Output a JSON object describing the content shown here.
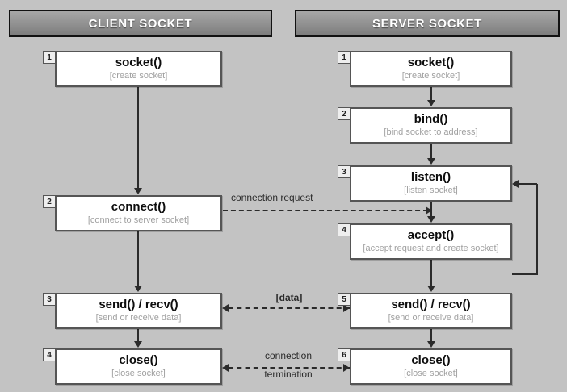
{
  "columns": {
    "client": {
      "title": "CLIENT SOCKET"
    },
    "server": {
      "title": "SERVER SOCKET"
    }
  },
  "client_steps": [
    {
      "num": "1",
      "fn": "socket()",
      "desc": "[create socket]"
    },
    {
      "num": "2",
      "fn": "connect()",
      "desc": "[connect to server socket]"
    },
    {
      "num": "3",
      "fn": "send() / recv()",
      "desc": "[send or receive data]"
    },
    {
      "num": "4",
      "fn": "close()",
      "desc": "[close socket]"
    }
  ],
  "server_steps": [
    {
      "num": "1",
      "fn": "socket()",
      "desc": "[create socket]"
    },
    {
      "num": "2",
      "fn": "bind()",
      "desc": "[bind socket to address]"
    },
    {
      "num": "3",
      "fn": "listen()",
      "desc": "[listen socket]"
    },
    {
      "num": "4",
      "fn": "accept()",
      "desc": "[accept request and create socket]"
    },
    {
      "num": "5",
      "fn": "send() / recv()",
      "desc": "[send or receive data]"
    },
    {
      "num": "6",
      "fn": "close()",
      "desc": "[close socket]"
    }
  ],
  "edges": {
    "connection_request": "connection request",
    "data": "[data]",
    "termination_line1": "connection",
    "termination_line2": "termination"
  },
  "colors": {
    "background": "#c3c3c3",
    "header_dark": "#7c7c7c",
    "header_light": "#a7a7a7",
    "box_border": "#555555",
    "line": "#2b2b2b",
    "desc_text": "#a0a0a0"
  }
}
